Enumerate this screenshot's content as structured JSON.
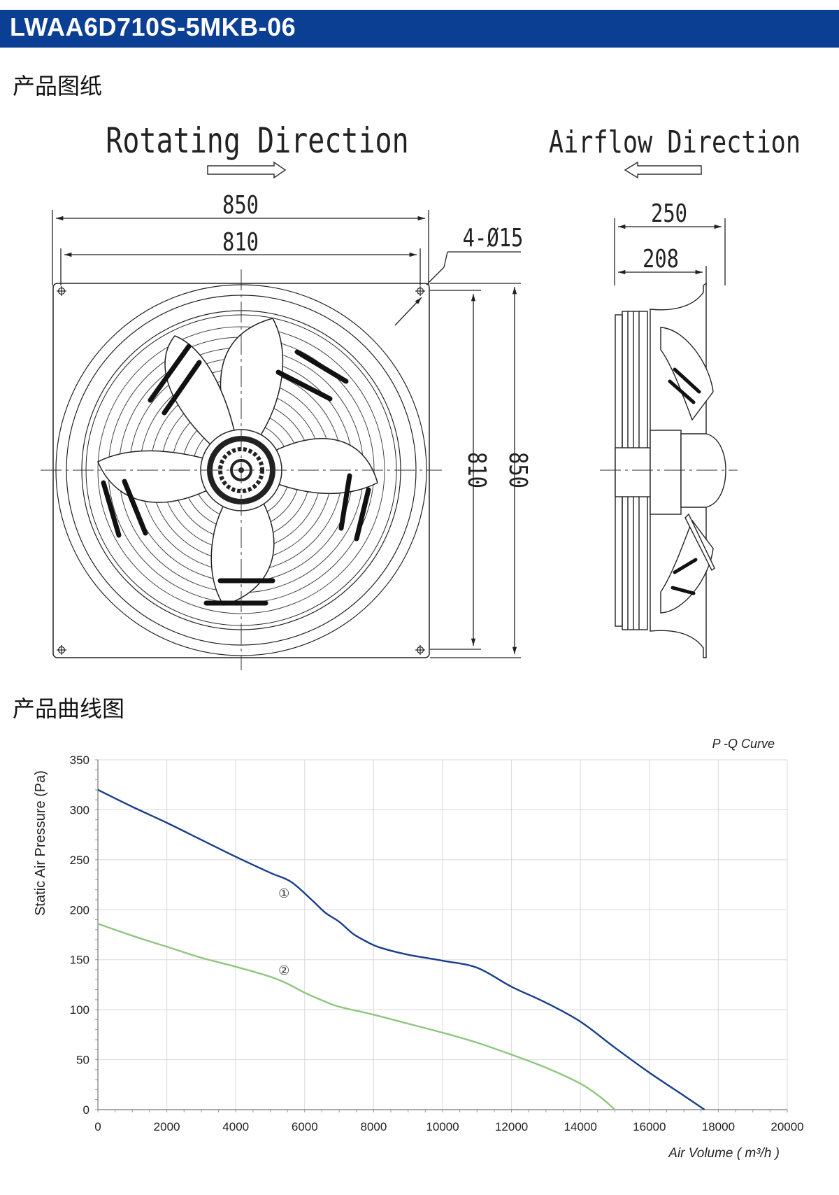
{
  "header": {
    "title": "LWAA6D710S-5MKB-06",
    "bar_color": "#0b3f94"
  },
  "sections": {
    "drawing_heading": "产品图纸",
    "curve_heading": "产品曲线图"
  },
  "drawing": {
    "rotating_label": "Rotating Direction",
    "airflow_label": "Airflow Direction",
    "dims": {
      "front_width_outer": "850",
      "front_width_inner": "810",
      "holes": "4-Ø15",
      "height_inner": "810",
      "height_outer": "850",
      "side_depth_outer": "250",
      "side_depth_inner": "208"
    }
  },
  "chart_data": {
    "type": "line",
    "title": "P -Q Curve",
    "xlabel": "Air Volume ( m³/h )",
    "ylabel": "Static Air Pressure  (Pa)",
    "xlim": [
      0,
      20000
    ],
    "ylim": [
      0,
      350
    ],
    "x_ticks": [
      0,
      2000,
      4000,
      6000,
      8000,
      10000,
      12000,
      14000,
      16000,
      18000,
      20000
    ],
    "y_ticks": [
      0,
      50,
      100,
      150,
      200,
      250,
      300,
      350
    ],
    "grid": true,
    "series": [
      {
        "name": "①",
        "color": "#163f8c",
        "label_at": [
          5400,
          212
        ],
        "points": [
          [
            0,
            320
          ],
          [
            1000,
            303
          ],
          [
            2000,
            287
          ],
          [
            3000,
            270
          ],
          [
            4000,
            253
          ],
          [
            5000,
            237
          ],
          [
            5600,
            228
          ],
          [
            6200,
            210
          ],
          [
            6600,
            197
          ],
          [
            7000,
            188
          ],
          [
            7400,
            176
          ],
          [
            7800,
            168
          ],
          [
            8200,
            162
          ],
          [
            9000,
            155
          ],
          [
            10000,
            149
          ],
          [
            11000,
            142
          ],
          [
            12000,
            123
          ],
          [
            13000,
            107
          ],
          [
            14000,
            88
          ],
          [
            15000,
            62
          ],
          [
            16000,
            37
          ],
          [
            17000,
            14
          ],
          [
            17600,
            0
          ]
        ]
      },
      {
        "name": "②",
        "color": "#8fc67e",
        "label_at": [
          5400,
          135
        ],
        "points": [
          [
            0,
            186
          ],
          [
            1000,
            174
          ],
          [
            2000,
            163
          ],
          [
            3000,
            152
          ],
          [
            4000,
            143
          ],
          [
            5000,
            133
          ],
          [
            5500,
            126
          ],
          [
            6000,
            117
          ],
          [
            6600,
            108
          ],
          [
            7000,
            103
          ],
          [
            8000,
            95
          ],
          [
            9000,
            86
          ],
          [
            10000,
            77
          ],
          [
            11000,
            67
          ],
          [
            12000,
            55
          ],
          [
            13000,
            42
          ],
          [
            14000,
            26
          ],
          [
            14600,
            12
          ],
          [
            15000,
            0
          ]
        ]
      }
    ]
  }
}
